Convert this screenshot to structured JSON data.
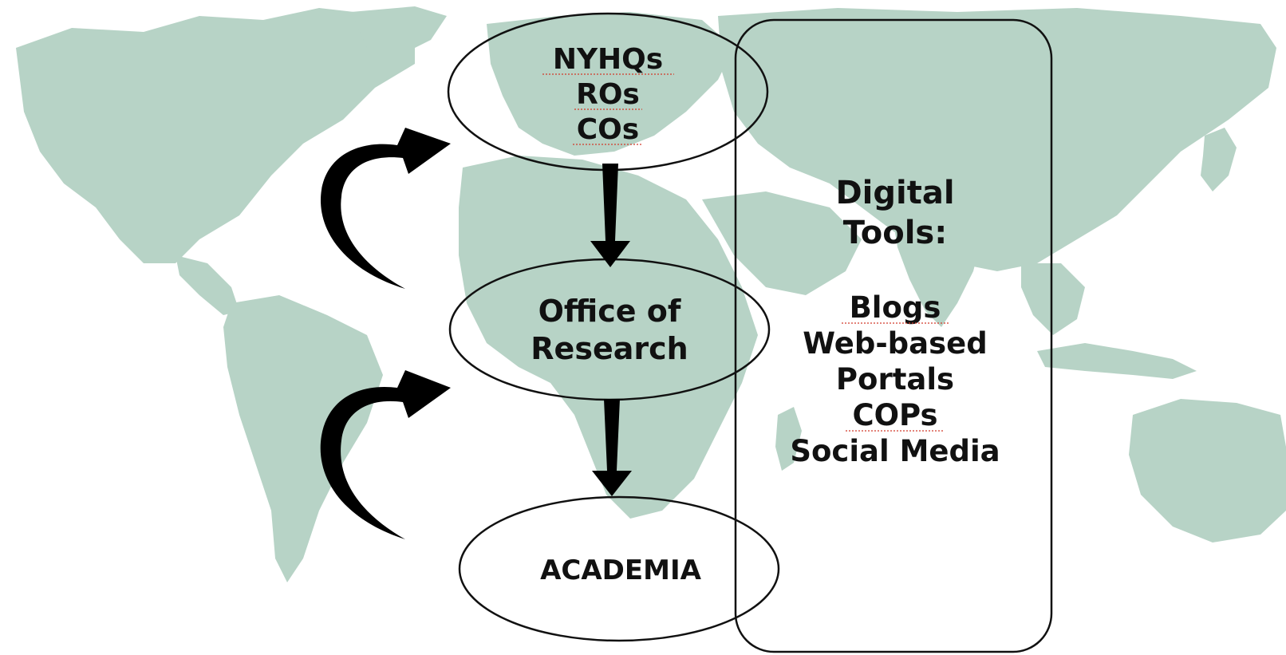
{
  "colors": {
    "background": "#ffffff",
    "map_land": "#b7d3c6",
    "outline": "#111111",
    "text": "#111111",
    "spellcheck_underline": "#d23a2a"
  },
  "nodes": {
    "hq": {
      "lines": [
        "NYHQs",
        "ROs",
        "COs"
      ]
    },
    "office": {
      "lines": [
        "Office of",
        "Research"
      ]
    },
    "academia": {
      "lines": [
        "ACADEMIA"
      ]
    }
  },
  "tools_panel": {
    "title_lines": [
      "Digital",
      "Tools:"
    ],
    "items": [
      "Blogs",
      "Web-based",
      "Portals",
      "COPs",
      "Social Media"
    ]
  },
  "connectors": [
    {
      "from": "hq",
      "to": "office",
      "kind": "straight-arrow"
    },
    {
      "from": "office",
      "to": "academia",
      "kind": "straight-arrow"
    },
    {
      "from": "office",
      "to": "hq",
      "kind": "curved-arrow"
    },
    {
      "from": "academia",
      "to": "office",
      "kind": "curved-arrow"
    }
  ],
  "icons": {
    "background": "world-map",
    "connector_straight": "down-arrow-icon",
    "connector_curved": "curved-up-arrow-icon"
  }
}
